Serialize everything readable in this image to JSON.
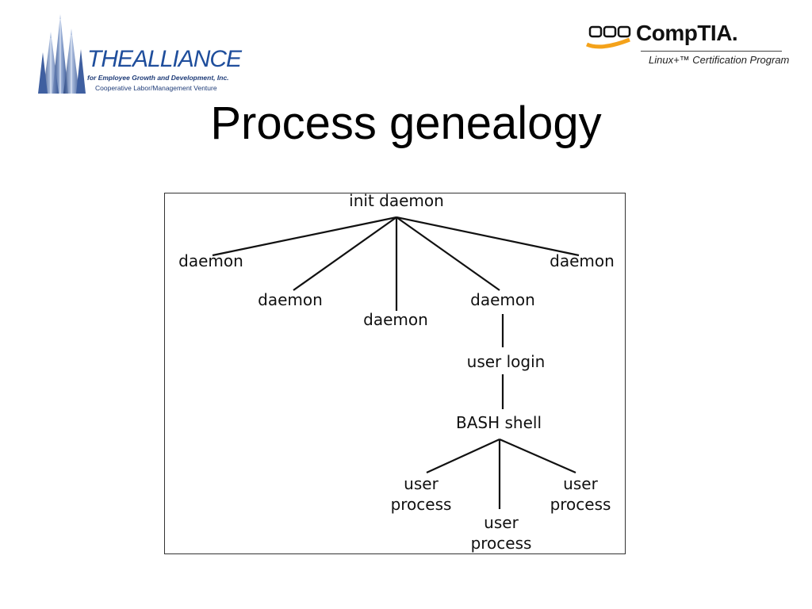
{
  "header": {
    "left_logo": {
      "wordmark": "THEALLIANCE",
      "line1": "for Employee Growth and Development, Inc.",
      "line2": "Cooperative Labor/Management Venture"
    },
    "right_logo": {
      "wordmark": "CompTIA.",
      "tagline": "Linux+™ Certification Program"
    }
  },
  "slide": {
    "title": "Process genealogy"
  },
  "diagram": {
    "nodes": {
      "root": "init daemon",
      "d1": "daemon",
      "d2": "daemon",
      "d3": "daemon",
      "d4": "daemon",
      "d5": "daemon",
      "login": "user login",
      "shell": "BASH shell",
      "p1a": "user",
      "p1b": "process",
      "p2a": "user",
      "p2b": "process",
      "p3a": "user",
      "p3b": "process"
    }
  }
}
